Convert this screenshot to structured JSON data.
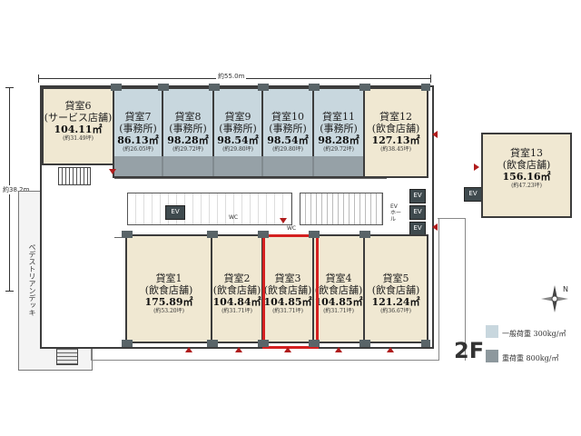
{
  "floor_label": "2F",
  "dimensions": {
    "width": "約55.0m",
    "depth": "約38.2m"
  },
  "walkway_label": "ペデストリアンデッキ",
  "units": [
    {
      "id": "6",
      "name": "貸室6",
      "use": "(サービス店舗)",
      "area": "104.11㎡",
      "tsubo": "(約31.49坪)"
    },
    {
      "id": "7",
      "name": "貸室7",
      "use": "(事務所)",
      "area": "86.13㎡",
      "tsubo": "(約26.05坪)"
    },
    {
      "id": "8",
      "name": "貸室8",
      "use": "(事務所)",
      "area": "98.28㎡",
      "tsubo": "(約29.72坪)"
    },
    {
      "id": "9",
      "name": "貸室9",
      "use": "(事務所)",
      "area": "98.54㎡",
      "tsubo": "(約29.80坪)"
    },
    {
      "id": "10",
      "name": "貸室10",
      "use": "(事務所)",
      "area": "98.54㎡",
      "tsubo": "(約29.80坪)"
    },
    {
      "id": "11",
      "name": "貸室11",
      "use": "(事務所)",
      "area": "98.28㎡",
      "tsubo": "(約29.72坪)"
    },
    {
      "id": "12",
      "name": "貸室12",
      "use": "(飲食店舗)",
      "area": "127.13㎡",
      "tsubo": "(約38.45坪)"
    },
    {
      "id": "13",
      "name": "貸室13",
      "use": "(飲食店舗)",
      "area": "156.16㎡",
      "tsubo": "(約47.23坪)"
    },
    {
      "id": "1",
      "name": "貸室1",
      "use": "(飲食店舗)",
      "area": "175.89㎡",
      "tsubo": "(約53.20坪)"
    },
    {
      "id": "2",
      "name": "貸室2",
      "use": "(飲食店舗)",
      "area": "104.84㎡",
      "tsubo": "(約31.71坪)"
    },
    {
      "id": "3",
      "name": "貸室3",
      "use": "(飲食店舗)",
      "area": "104.85㎡",
      "tsubo": "(約31.71坪)"
    },
    {
      "id": "4",
      "name": "貸室4",
      "use": "(飲食店舗)",
      "area": "104.85㎡",
      "tsubo": "(約31.71坪)"
    },
    {
      "id": "5",
      "name": "貸室5",
      "use": "(飲食店舗)",
      "area": "121.24㎡",
      "tsubo": "(約36.67坪)"
    }
  ],
  "labels": {
    "ev": "EV",
    "wc": "WC",
    "ev_hall": "EV\nホール",
    "compass": "N"
  },
  "legend": [
    {
      "label": "一般荷重 300kg/㎡",
      "color": "#c8d7de"
    },
    {
      "label": "重荷重 800kg/㎡",
      "color": "#8d989d"
    }
  ],
  "highlight": {
    "unit": "3",
    "color": "#d42020"
  }
}
